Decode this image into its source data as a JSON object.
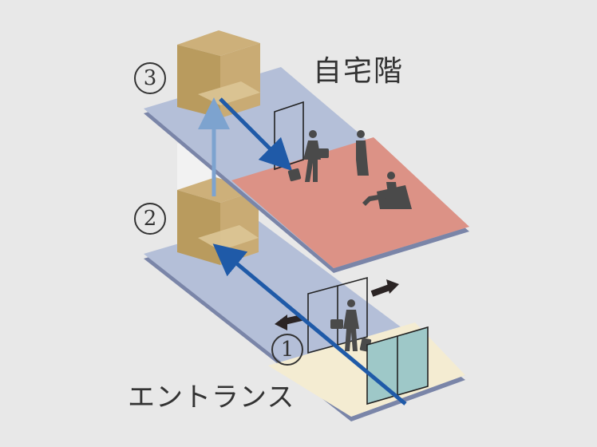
{
  "labels": {
    "floor": "自宅階",
    "entrance": "エントランス"
  },
  "steps": [
    "1",
    "2",
    "3"
  ],
  "colors": {
    "background": "#e8e8e8",
    "floor_plate": "#b4bfd8",
    "floor_edge": "#7a85a8",
    "lounge": "#dc9286",
    "entrance_floor": "#f4ecd2",
    "elevator_front": "#b99b5e",
    "elevator_side": "#cdb07a",
    "route_arrow": "#1f5aa8",
    "lift_arrow": "#7da3cf",
    "glass": "#9ec8c8",
    "figure": "#4a4a4a",
    "door_arrow": "#2b2424"
  },
  "icons": {
    "elevator": "elevator-box-icon",
    "person": "person-with-luggage-icon",
    "door": "sliding-door-icon"
  }
}
